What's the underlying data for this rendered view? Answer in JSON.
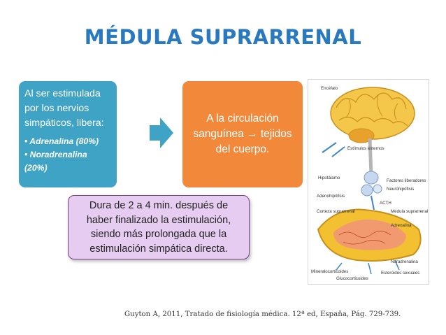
{
  "title": "MÉDULA SUPRARRENAL",
  "left_box": {
    "intro": "Al ser estimulada por los nervios simpáticos, libera:",
    "items": [
      "Adrenalina (80%)",
      "Noradrenalina (20%)"
    ]
  },
  "middle_box": {
    "text": "A la circulación sanguínea → tejidos del cuerpo."
  },
  "note_box": {
    "text": "Dura de 2 a 4 min. después de haber finalizado la estimulación, siendo más prolongada que la estimulación simpática directa."
  },
  "figure": {
    "labels": {
      "encefalo": "Encéfalo",
      "estimulos": "Estímulos externos",
      "hipotalamo": "Hipotálamo",
      "factores": "Factores liberadores",
      "neurohipofisis": "Neurohipófisis",
      "adenohipofisis": "Adenohipófisis",
      "acth": "ACTH",
      "corteza": "Corteza suprarrenal",
      "medula": "Médula suprarrenal",
      "adrenalina": "Adrenalina",
      "mineralocorticoides": "Mineralocorticoides",
      "noradrenalina": "Noradrenalina",
      "glucocorticoides": "Glucocorticoides",
      "esteroides": "Esteroides sexuales"
    }
  },
  "citation": "Guyton A, 2011, Tratado de fisiología médica. 12ª ed, España, Pág. 729-739.",
  "colors": {
    "title": "#2979c0",
    "left_box": "#3fa3c5",
    "middle_box": "#f1883a",
    "note_box": "#e6ccf0",
    "note_border": "#7a3f8e"
  }
}
